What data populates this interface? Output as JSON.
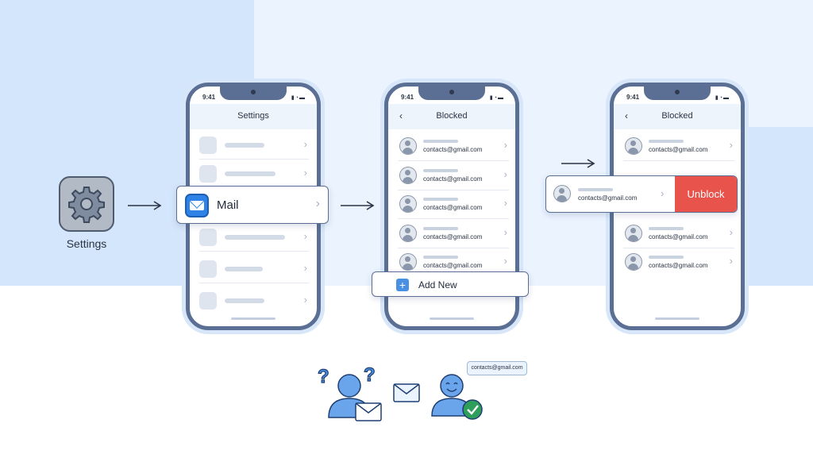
{
  "status_time": "9:41",
  "status_icons": "▮◔▬",
  "settings_app": {
    "icon": "gear-icon",
    "caption": "Settings"
  },
  "phone_settings": {
    "title": "Settings"
  },
  "mail_popup": {
    "label": "Mail",
    "icon": "mail-icon"
  },
  "phone_blocked": {
    "title": "Blocked",
    "contacts": [
      "contacts@gmail.com",
      "contacts@gmail.com",
      "contacts@gmail.com",
      "contacts@gmail.com",
      "contacts@gmail.com"
    ]
  },
  "add_popup": {
    "label": "Add New",
    "icon": "plus-icon"
  },
  "phone_unblock": {
    "title": "Blocked",
    "contacts": [
      "contacts@gmail.com",
      "contacts@gmail.com",
      "contacts@gmail.com",
      "contacts@gmail.com"
    ]
  },
  "unblock_popup": {
    "contact": "contacts@gmail.com",
    "button": "Unblock"
  },
  "bottom": {
    "confused_marks": [
      "?",
      "?"
    ],
    "bubble": "contacts@gmail.com"
  },
  "colors": {
    "accent": "#4a90e2",
    "danger": "#e8534c",
    "phone_frame": "#5a6f93",
    "success": "#2e9e5b"
  },
  "glyphs": {
    "chevron": "›",
    "back": "‹",
    "plus": "+"
  }
}
